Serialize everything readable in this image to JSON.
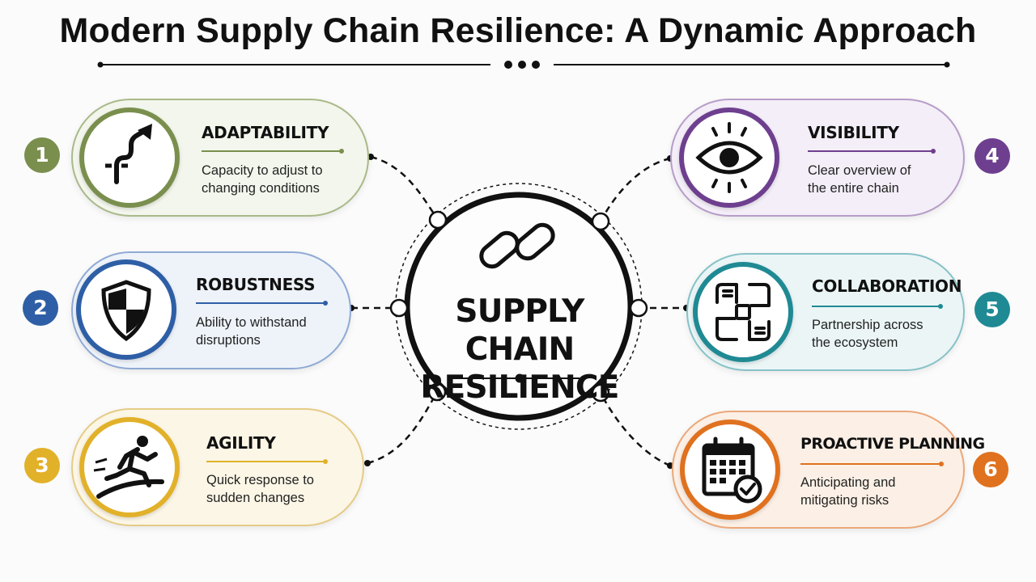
{
  "title": "Modern Supply Chain Resilience: A Dynamic Approach",
  "hub": {
    "line1": "SUPPLY CHAIN",
    "line2": "RESILIENCE",
    "icon": "chain-link-icon"
  },
  "pillars": [
    {
      "number": "1",
      "title": "ADAPTABILITY",
      "line1": "Capacity to adjust to",
      "line2": "changing conditions",
      "icon": "adapt-arrow-icon",
      "color": "#7a8f4e",
      "bg": "#f3f6ec"
    },
    {
      "number": "2",
      "title": "ROBUSTNESS",
      "line1": "Ability to withstand",
      "line2": "disruptions",
      "icon": "shield-icon",
      "color": "#2e5fa6",
      "bg": "#eef3fa"
    },
    {
      "number": "3",
      "title": "AGILITY",
      "line1": "Quick response to",
      "line2": "sudden changes",
      "icon": "running-person-icon",
      "color": "#e2b12a",
      "bg": "#fcf6e6"
    },
    {
      "number": "4",
      "title": "VISIBILITY",
      "line1": "Clear overview of",
      "line2": "the entire chain",
      "icon": "eye-icon",
      "color": "#6e3f8f",
      "bg": "#f4eef8"
    },
    {
      "number": "5",
      "title": "COLLABORATION",
      "line1": "Partnership across",
      "line2": "the ecosystem",
      "icon": "joined-hands-icon",
      "color": "#1f8a94",
      "bg": "#ebf5f6"
    },
    {
      "number": "6",
      "title": "PROACTIVE PLANNING",
      "line1": "Anticipating and",
      "line2": "mitigating risks",
      "icon": "calendar-check-icon",
      "color": "#e0711f",
      "bg": "#fcf0e6"
    }
  ]
}
